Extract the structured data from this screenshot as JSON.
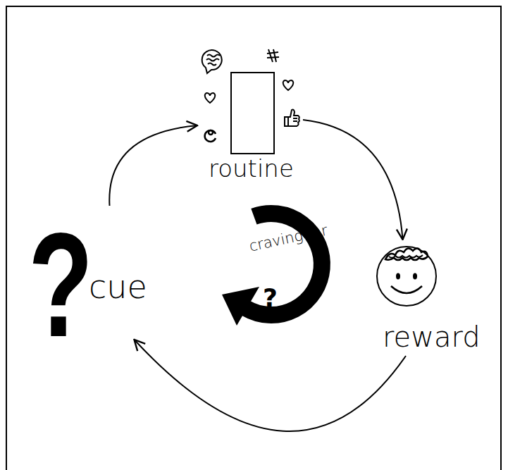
{
  "diagram": {
    "nodes": [
      {
        "text": [
          "?",
          "cue"
        ]
      },
      {
        "text": [
          "routine"
        ]
      },
      {
        "text": [
          "reward"
        ]
      }
    ],
    "edges": [
      {
        "from": 0,
        "to": 1,
        "arrow": "to"
      },
      {
        "from": 1,
        "to": 2,
        "arrow": "to"
      },
      {
        "from": 2,
        "to": 0,
        "arrow": "to"
      }
    ],
    "labels": [
      "craving for",
      "?"
    ]
  }
}
